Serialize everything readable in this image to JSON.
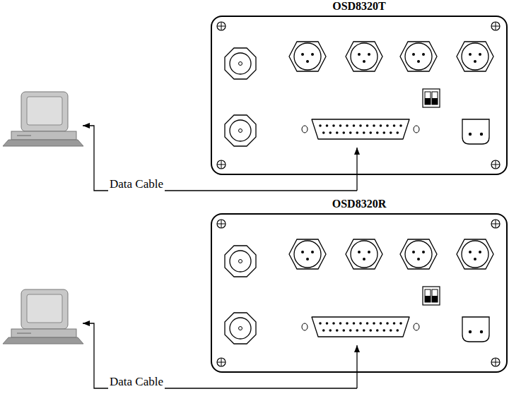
{
  "diagram": {
    "nodes": [
      {
        "text": [
          "OSD8320T"
        ]
      },
      {
        "text": [
          "OSD8320R"
        ]
      }
    ],
    "labels": [
      "Data Cable",
      "Data Cable"
    ]
  }
}
